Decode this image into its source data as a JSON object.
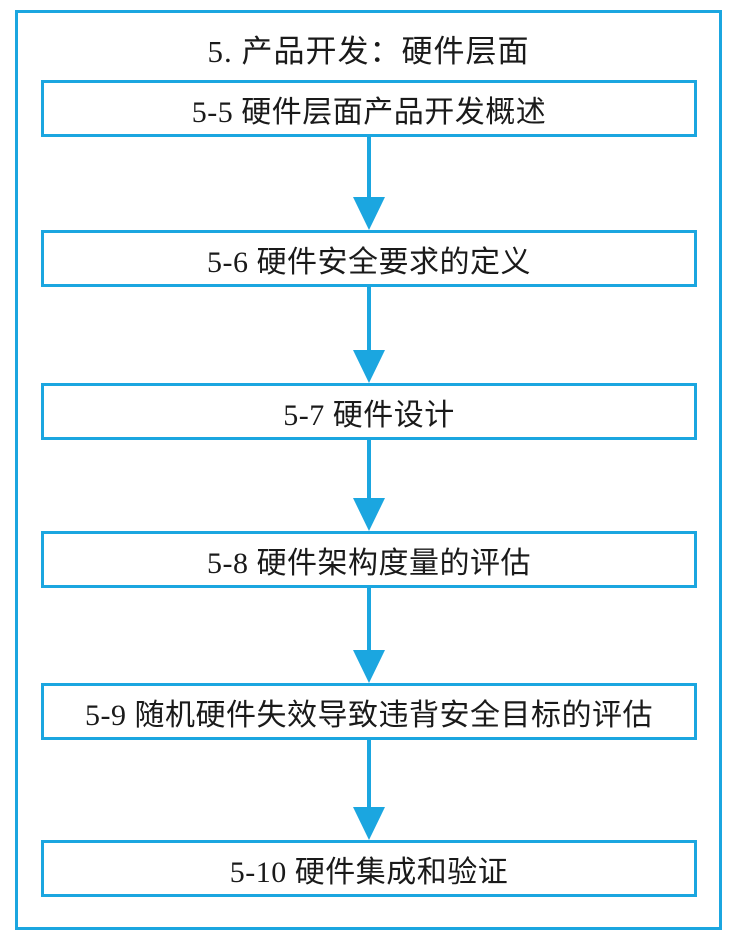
{
  "title": "5. 产品开发：硬件层面",
  "colors": {
    "accent": "#1ba6e0",
    "text": "#1a1a1a",
    "background": "#ffffff"
  },
  "flow": {
    "direction": "top-down",
    "nodes": [
      {
        "id": "5-5",
        "label": "5-5 硬件层面产品开发概述"
      },
      {
        "id": "5-6",
        "label": "5-6 硬件安全要求的定义"
      },
      {
        "id": "5-7",
        "label": "5-7 硬件设计"
      },
      {
        "id": "5-8",
        "label": "5-8 硬件架构度量的评估"
      },
      {
        "id": "5-9",
        "label": "5-9 随机硬件失效导致违背安全目标的评估"
      },
      {
        "id": "5-10",
        "label": "5-10 硬件集成和验证"
      }
    ],
    "edges": [
      {
        "from": "5-5",
        "to": "5-6"
      },
      {
        "from": "5-6",
        "to": "5-7"
      },
      {
        "from": "5-7",
        "to": "5-8"
      },
      {
        "from": "5-8",
        "to": "5-9"
      },
      {
        "from": "5-9",
        "to": "5-10"
      }
    ]
  }
}
